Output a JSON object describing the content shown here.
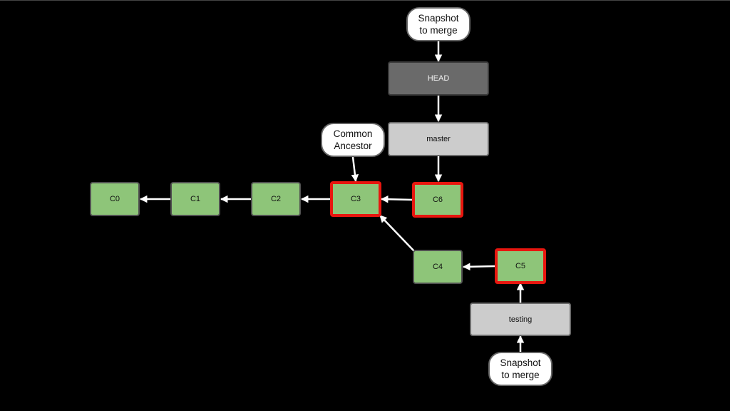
{
  "colors": {
    "background": "#000000",
    "commit_fill": "#8ec579",
    "highlight_border": "#e8160f",
    "branch_fill": "#cccccc",
    "head_fill": "#6a6a6a",
    "callout_fill": "#ffffff",
    "arrow": "#ffffff"
  },
  "commits": {
    "c0": "C0",
    "c1": "C1",
    "c2": "C2",
    "c3": "C3",
    "c4": "C4",
    "c5": "C5",
    "c6": "C6"
  },
  "refs": {
    "head": "HEAD",
    "master": "master",
    "testing": "testing"
  },
  "callouts": {
    "snapshot_top": {
      "line1": "Snapshot",
      "line2": "to merge"
    },
    "common_ancestor": {
      "line1": "Common",
      "line2": "Ancestor"
    },
    "snapshot_bottom": {
      "line1": "Snapshot",
      "line2": "to merge"
    }
  }
}
